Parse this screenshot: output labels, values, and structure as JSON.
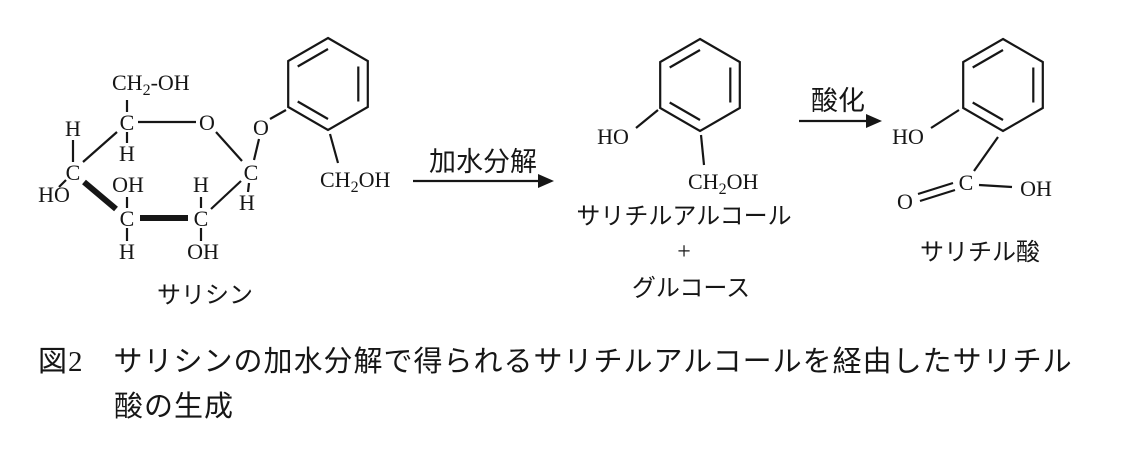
{
  "figure": {
    "caption": {
      "line1": "図2　サリシンの加水分解で得られるサリチルアルコールを経由したサリチル",
      "line2": "酸の生成"
    }
  },
  "reactions": {
    "hydrolysis_label": "加水分解",
    "oxidation_label": "酸化"
  },
  "molecules": {
    "salicin": {
      "name": "サリシン",
      "atoms": {
        "ch2oh_top": {
          "p1": "CH",
          "sub": "2",
          "p2": "-OH"
        },
        "c5": "C",
        "h_c5": "H",
        "o_ring": "O",
        "h_c4": "H",
        "c4": "C",
        "ho_c4": "HO",
        "oh_c3": "OH",
        "c3": "C",
        "h_c3": "H",
        "h_c2": "H",
        "c2": "C",
        "oh_c2": "OH",
        "c1": "C",
        "h_c1": "H",
        "o_glycosidic": "O",
        "ch2oh_benzyl": {
          "p1": "CH",
          "sub": "2",
          "p2": "OH"
        }
      }
    },
    "salicyl_alcohol": {
      "name": "サリチルアルコール",
      "plus": "+",
      "coproduct": "グルコース",
      "atoms": {
        "ho": "HO",
        "ch2oh": {
          "p1": "CH",
          "sub": "2",
          "p2": "OH"
        }
      }
    },
    "salicylic_acid": {
      "name": "サリチル酸",
      "atoms": {
        "ho": "HO",
        "c": "C",
        "o": "O",
        "oh": "OH"
      }
    }
  }
}
